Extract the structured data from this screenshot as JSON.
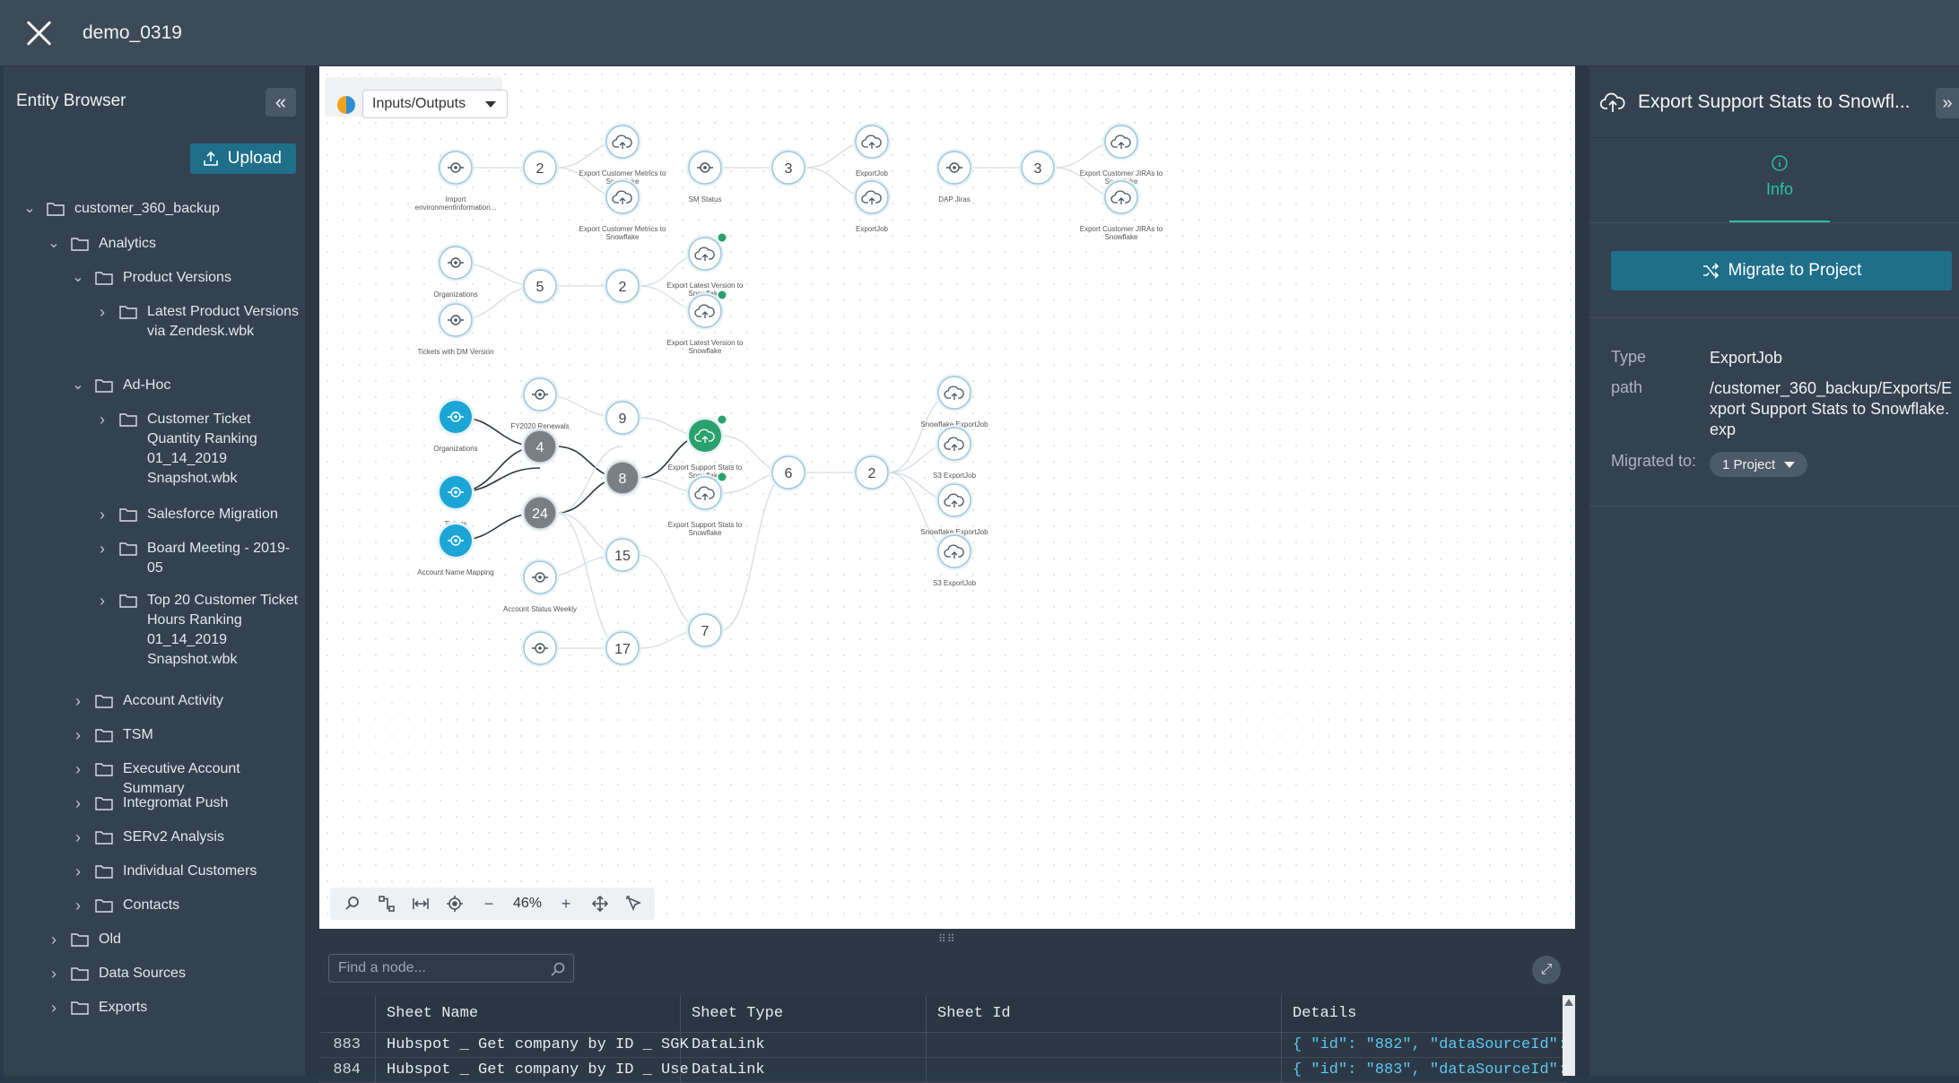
{
  "app": {
    "title": "demo_0319"
  },
  "left_panel": {
    "title": "Entity Browser",
    "upload_label": "Upload",
    "tree": [
      {
        "label": "customer_360_backup",
        "level": 0,
        "expanded": true
      },
      {
        "label": "Analytics",
        "level": 1,
        "expanded": true
      },
      {
        "label": "Product Versions",
        "level": 2,
        "expanded": true
      },
      {
        "label": "Latest Product Versions via Zendesk.wbk",
        "level": 3,
        "expanded": false
      },
      {
        "label": "Ad-Hoc",
        "level": 2,
        "expanded": true
      },
      {
        "label": "Customer Ticket Quantity Ranking 01_14_2019 Snapshot.wbk",
        "level": 3,
        "expanded": false
      },
      {
        "label": "Salesforce Migration",
        "level": 3,
        "expanded": false
      },
      {
        "label": "Board Meeting - 2019-05",
        "level": 3,
        "expanded": false
      },
      {
        "label": "Top 20 Customer Ticket Hours Ranking 01_14_2019 Snapshot.wbk",
        "level": 3,
        "expanded": false
      },
      {
        "label": "Account Activity",
        "level": 2,
        "expanded": false
      },
      {
        "label": "TSM",
        "level": 2,
        "expanded": false
      },
      {
        "label": "Executive Account Summary",
        "level": 2,
        "expanded": false
      },
      {
        "label": "Integromat Push",
        "level": 2,
        "expanded": false
      },
      {
        "label": "SERv2 Analysis",
        "level": 2,
        "expanded": false
      },
      {
        "label": "Individual Customers",
        "level": 2,
        "expanded": false
      },
      {
        "label": "Contacts",
        "level": 2,
        "expanded": false
      },
      {
        "label": "Old",
        "level": 1,
        "expanded": false
      },
      {
        "label": "Data Sources",
        "level": 1,
        "expanded": false
      },
      {
        "label": "Exports",
        "level": 1,
        "expanded": false
      }
    ]
  },
  "canvas": {
    "view_select": "Inputs/Outputs",
    "zoom": "46%",
    "node_labels": {
      "import_env": "Import environmentInformation...",
      "export_cm_1": "Export Customer Metrics to Snowflake",
      "export_cm_2": "Export Customer Metrics to Snowflake",
      "sm_status": "SM Status",
      "exportjob_1": "ExportJob",
      "exportjob_2": "ExportJob",
      "dap_jiras": "DAP Jiras",
      "export_jira_1": "Export Customer JIRAs to Snowflake",
      "export_jira_2": "Export Customer JIRAs to Snowflake",
      "organizations_1": "Organizations",
      "tickets_dm": "Tickets with DM Version",
      "export_lv_1": "Export Latest Version to Snowflake",
      "export_lv_2": "Export Latest Version to Snowflake",
      "fy2020": "FY2020 Renewals",
      "organizations_2": "Organizations",
      "tickets": "Tickets",
      "account_name_mapping": "Account Name Mapping",
      "account_status_weekly": "Account Status Weekly",
      "export_ss_1": "Export Support Stats to Snowflake",
      "export_ss_2": "Export Support Stats to Snowflake",
      "snowflake_ej_1": "Snowflake ExportJob",
      "s3_ej_1": "S3 ExportJob",
      "snowflake_ej_2": "Snowflake ExportJob",
      "s3_ej_2": "S3 ExportJob"
    },
    "node_counts": {
      "g1": "2",
      "g2": "3",
      "g3": "3",
      "g4a": "5",
      "g4b": "2",
      "n9": "9",
      "n4": "4",
      "n8": "8",
      "n24": "24",
      "n15": "15",
      "n17": "17",
      "n7": "7",
      "n6": "6",
      "n2": "2"
    }
  },
  "bottom_panel": {
    "search_placeholder": "Find a node...",
    "columns": [
      "Sheet Name",
      "Sheet Type",
      "Sheet Id",
      "Details"
    ],
    "rows": [
      {
        "num": "883",
        "name": "Hubspot _ Get company by ID _ SGK",
        "type": "DataLink",
        "id": "",
        "details": "{ \"id\": \"882\", \"dataSourceId\":"
      },
      {
        "num": "884",
        "name": "Hubspot _ Get company by ID _ Use",
        "type": "DataLink",
        "id": "",
        "details": "{ \"id\": \"883\", \"dataSourceId\":"
      }
    ]
  },
  "right_panel": {
    "title": "Export Support Stats to Snowfl...",
    "tab_info": "Info",
    "migrate_label": "Migrate to Project",
    "type_key": "Type",
    "type_val": "ExportJob",
    "path_key": "path",
    "path_val": "/customer_360_backup/Exports/Export Support Stats to Snowflake.exp",
    "migrated_key": "Migrated to:",
    "migrated_val": "1 Project"
  },
  "colors": {
    "accent_teal": "#27c4a5",
    "button_blue": "#1f6f8b",
    "node_cyan": "#1ba6d6",
    "node_gray": "#7a7f86",
    "node_green": "#2aa16e"
  }
}
